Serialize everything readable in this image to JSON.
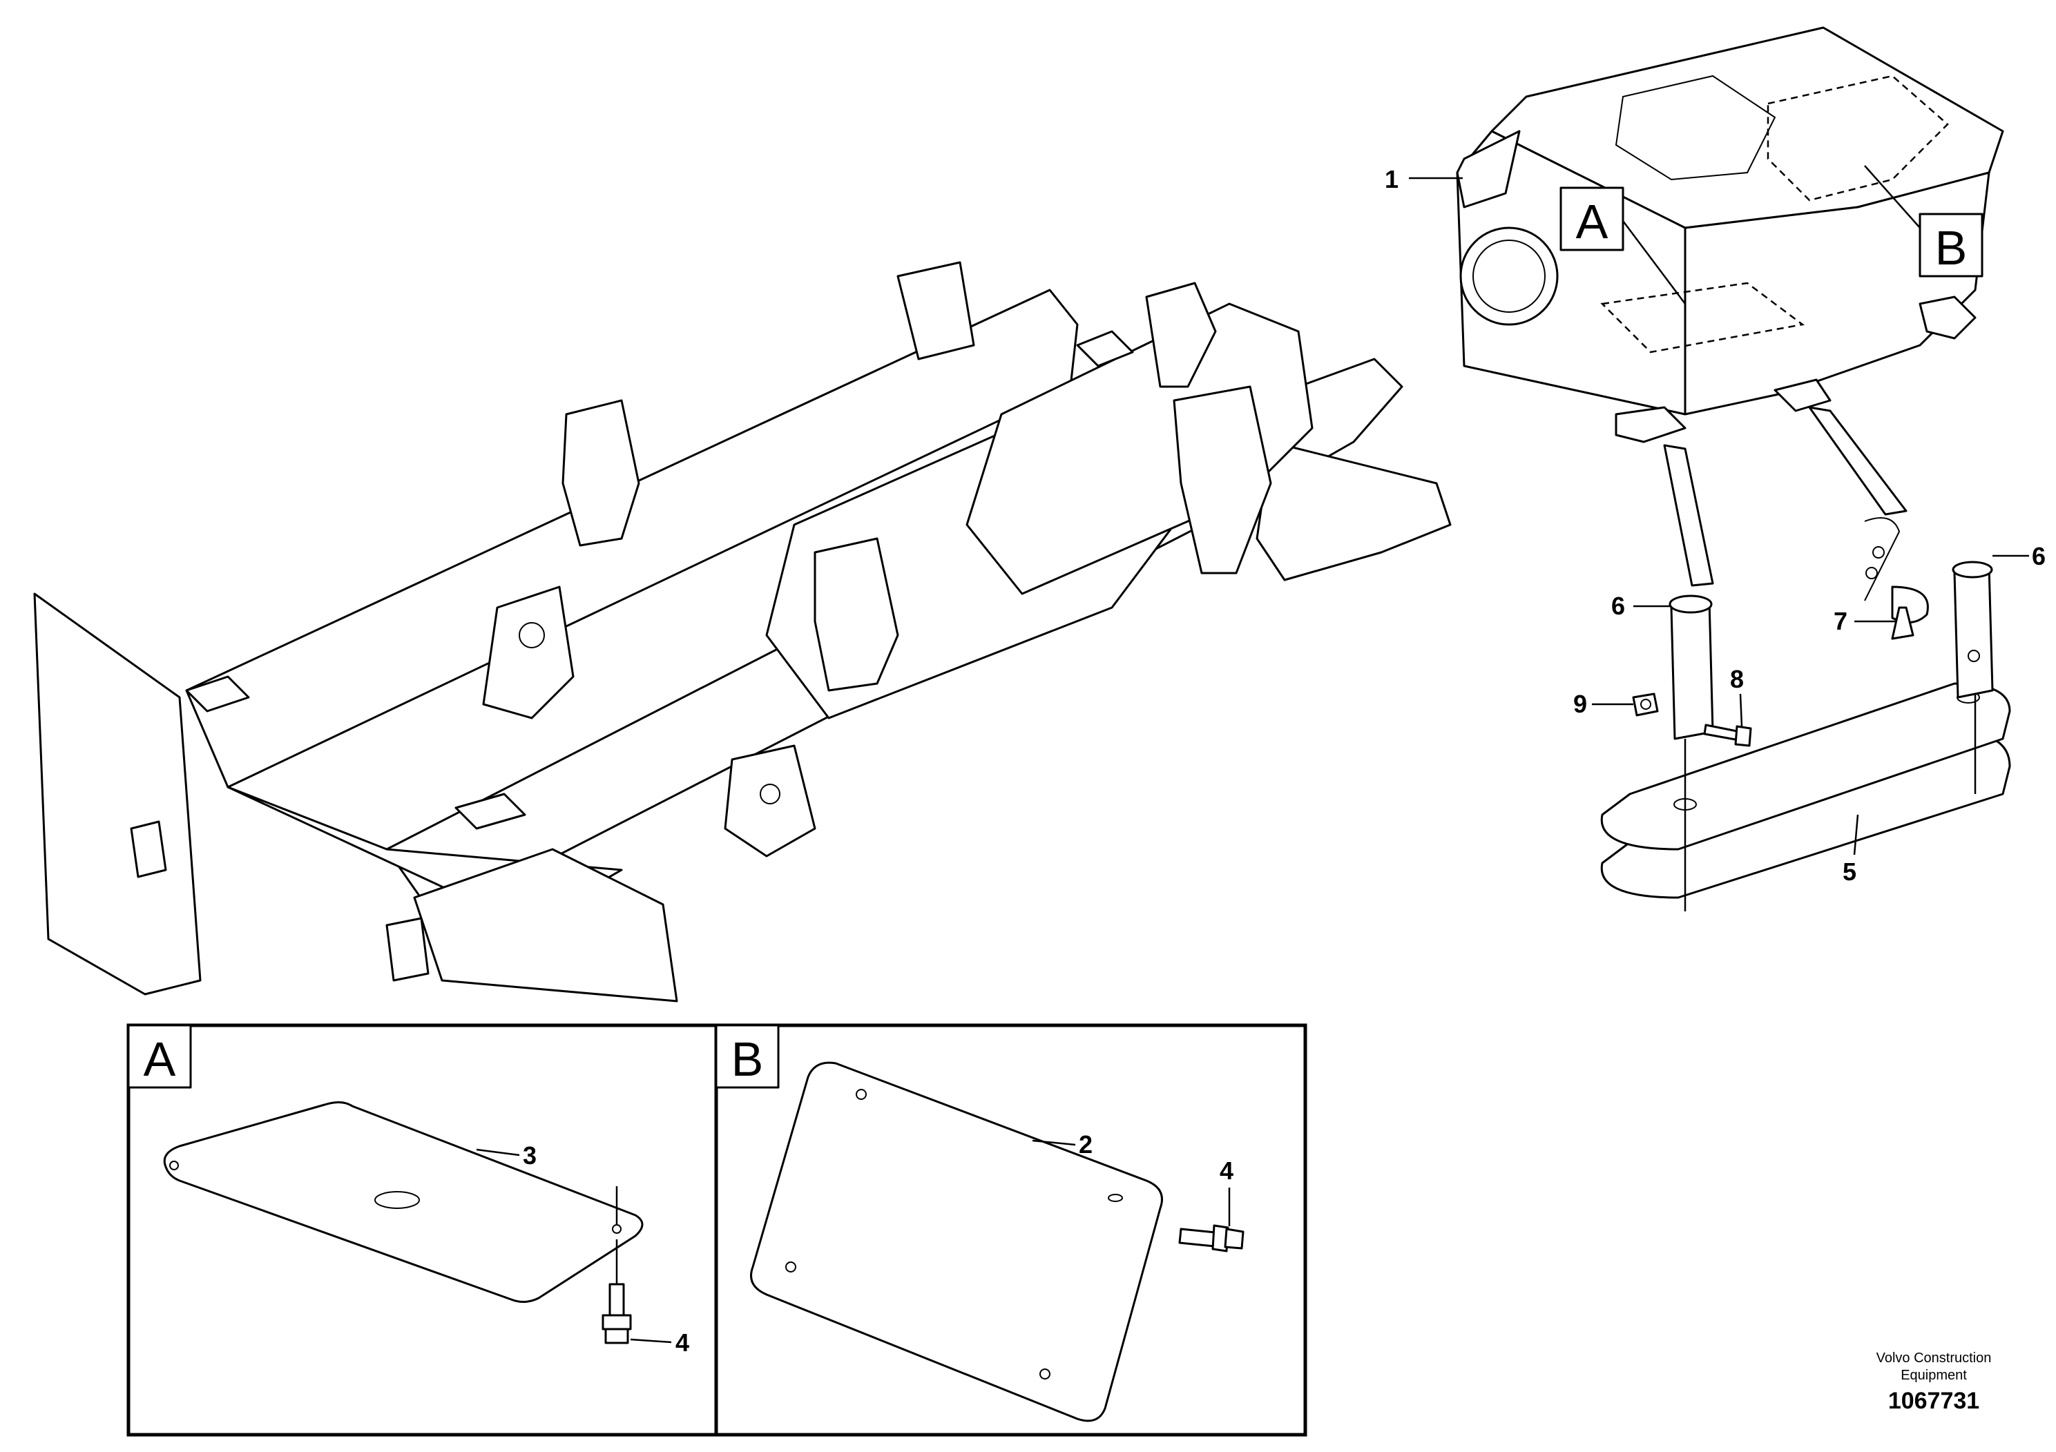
{
  "labels": {
    "section_a": "A",
    "section_b": "B",
    "detail_a": "A",
    "detail_b": "B"
  },
  "callouts": {
    "p1": "1",
    "p2": "2",
    "p3": "3",
    "p4_a": "4",
    "p4_b": "4",
    "p5": "5",
    "p6_left": "6",
    "p6_right": "6",
    "p7": "7",
    "p8": "8",
    "p9": "9"
  },
  "footer": {
    "company_line1": "Volvo Construction",
    "company_line2": "Equipment",
    "doc_number": "1067731"
  }
}
